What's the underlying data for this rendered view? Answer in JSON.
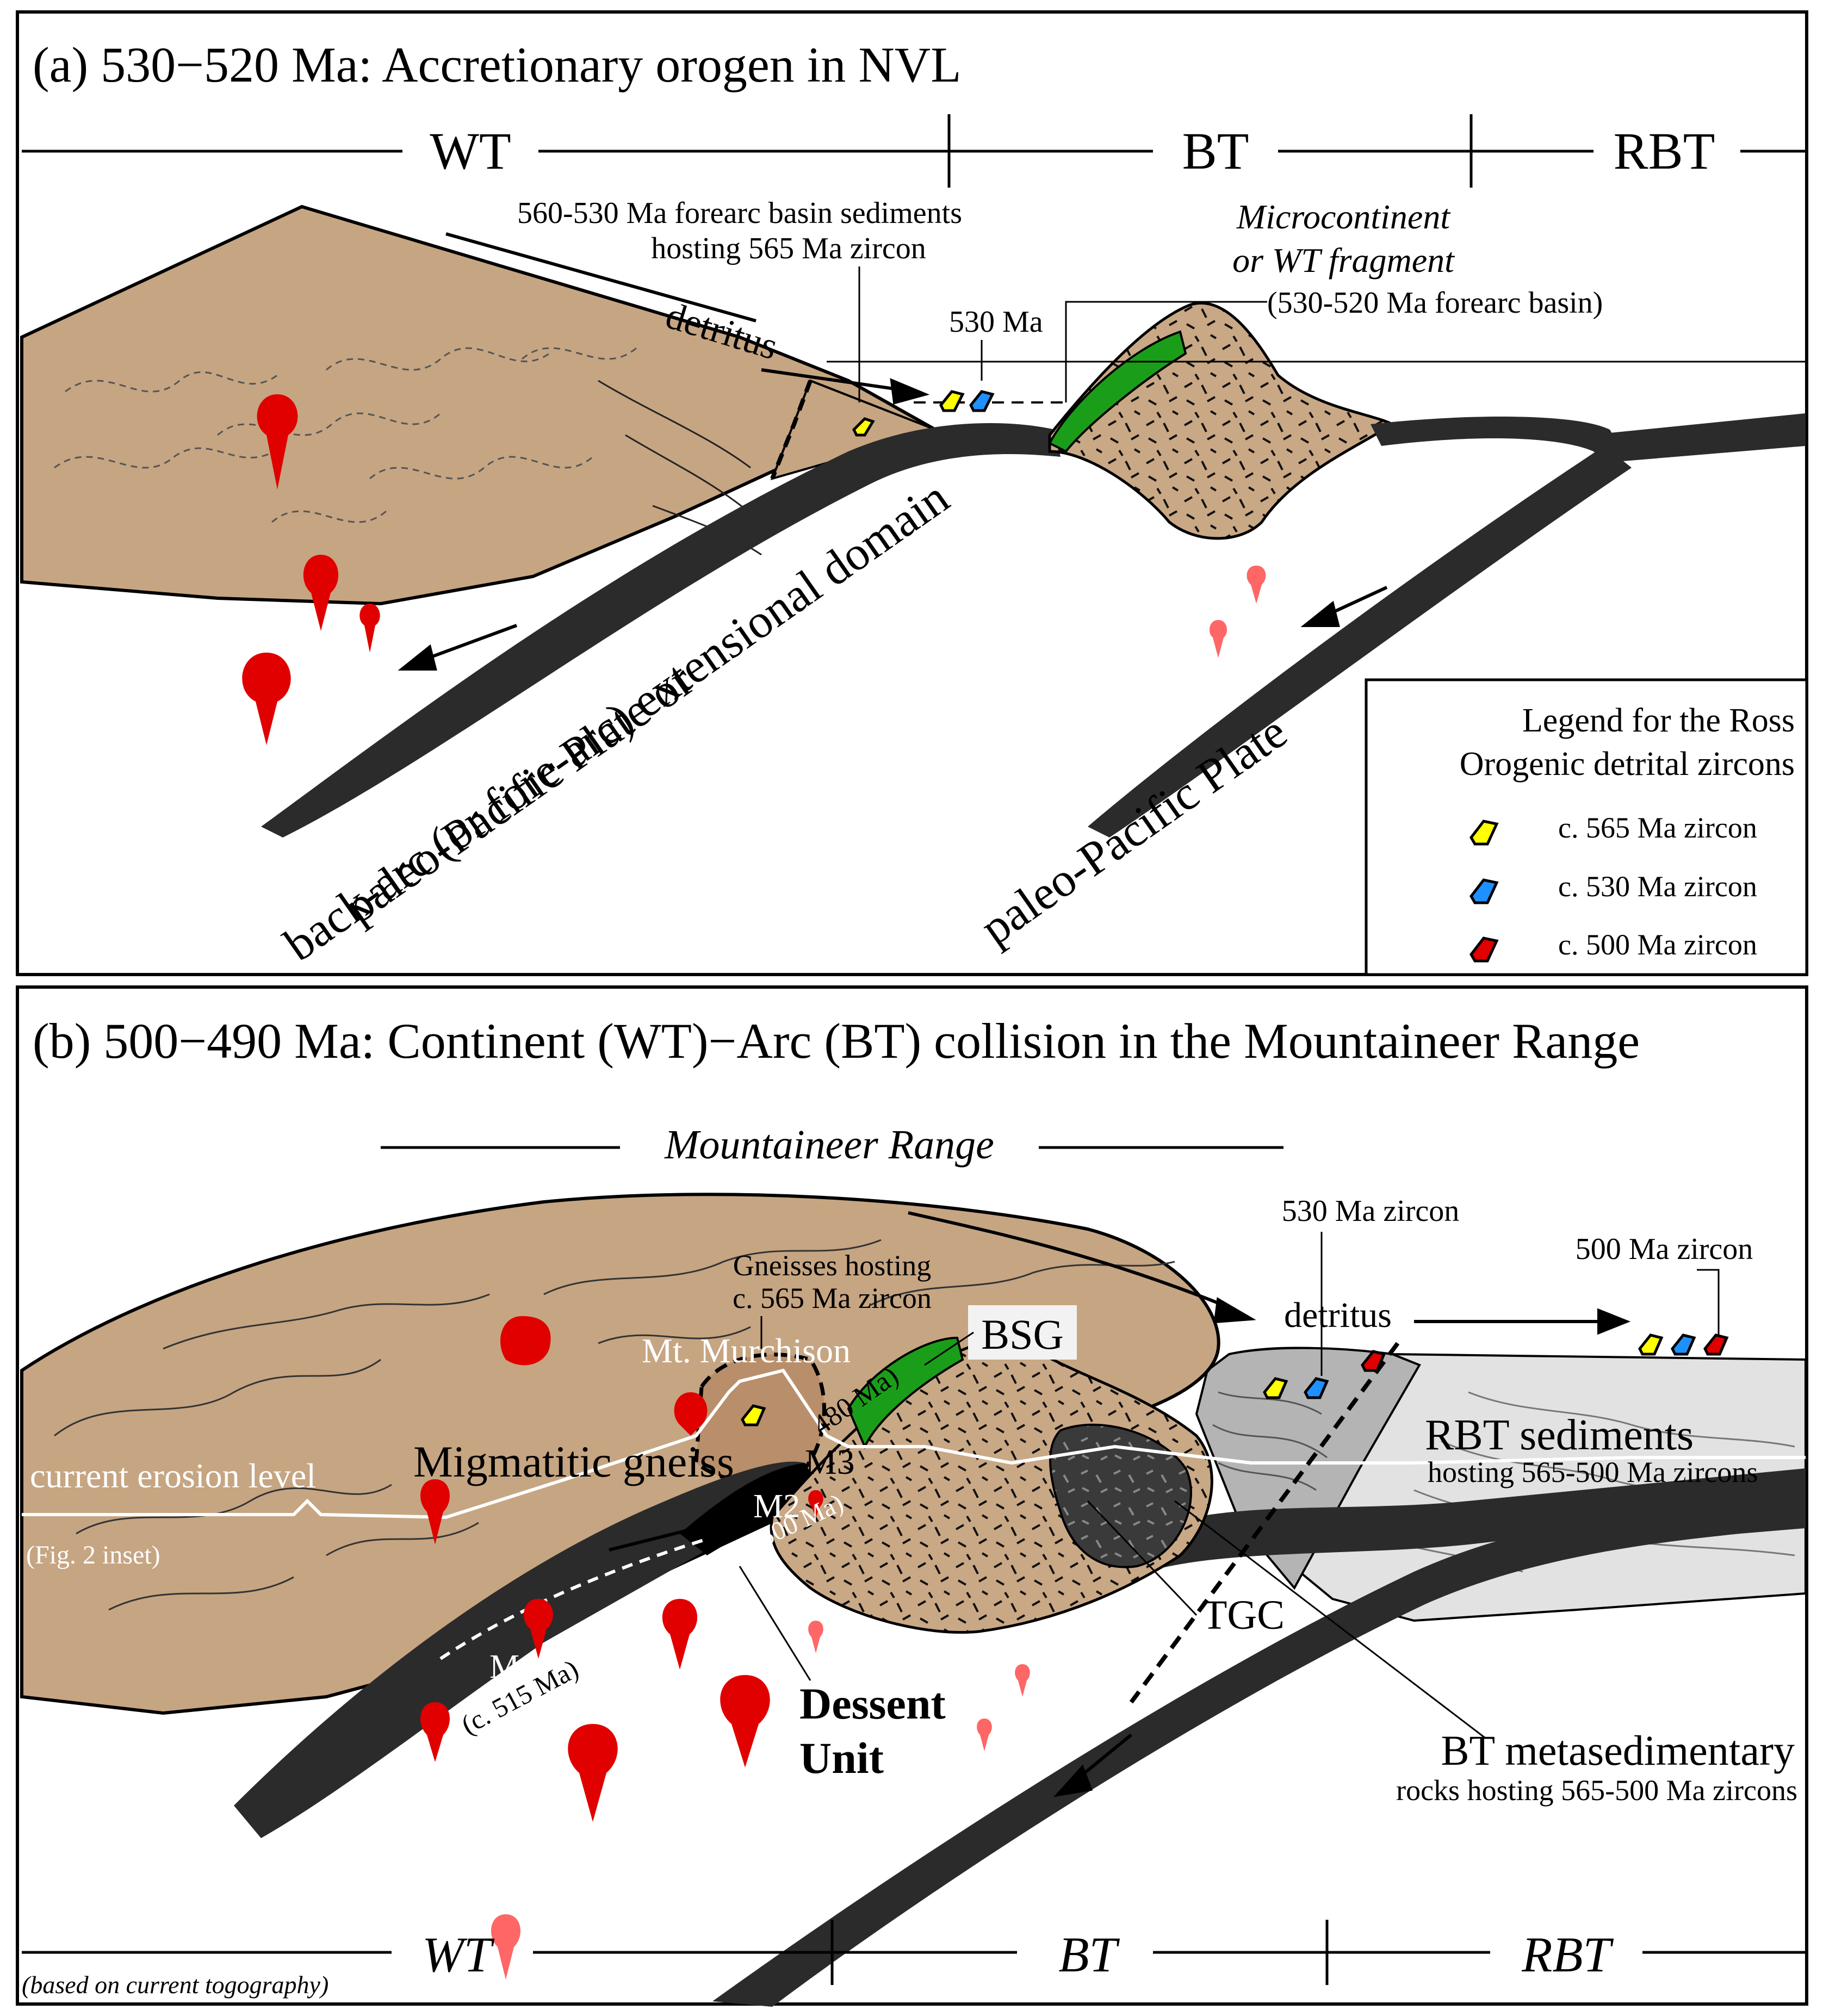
{
  "panel_a": {
    "title": "(a) 530−520 Ma:  Accretionary orogen in NVL",
    "domains": {
      "wt": "WT",
      "bt": "BT",
      "rbt": "RBT"
    },
    "forearc_label_1": "560-530 Ma forearc basin sediments",
    "forearc_label_2": "hosting 565 Ma zircon",
    "micro_label_1": "Microcontinent",
    "micro_label_2": "or WT fragment",
    "forearc_basin": "(530-520 Ma forearc basin)",
    "ma530": "530 Ma",
    "detritus": "detritus",
    "plate_left_1": "paleo-Pacific Plate or",
    "plate_left_2": "back-arc (or fore-arc) extensional domain",
    "plate_right": "paleo-Pacific Plate"
  },
  "legend": {
    "title_1": "Legend for the Ross",
    "title_2": "Orogenic detrital zircons",
    "items": [
      {
        "label": "c. 565 Ma zircon",
        "color": "#ffff00"
      },
      {
        "label": "c. 530 Ma zircon",
        "color": "#1e90ff"
      },
      {
        "label": "c. 500 Ma zircon",
        "color": "#e00000"
      }
    ]
  },
  "panel_b": {
    "title": "(b) 500−490 Ma: Continent (WT)−Arc (BT) collision in the Mountaineer Range",
    "range_label": "Mountaineer Range",
    "zircon_530": "530 Ma zircon",
    "zircon_500": "500 Ma zircon",
    "detritus": "detritus",
    "gneiss_host_1": "Gneisses hosting",
    "gneiss_host_2": "c. 565 Ma zircon",
    "bsg": "BSG",
    "murchison": "Mt. Murchison",
    "ma480": "480 Ma)",
    "m3": "M3",
    "migmatitic": "Migmatitic gneiss",
    "erosion": "current erosion level",
    "inset": "(Fig. 2 inset)",
    "rbt_sed_1": "RBT sediments",
    "rbt_sed_2": "hosting 565-500 Ma zircons",
    "m2": "M2",
    "m2_age": "(c. 500 Ma)",
    "m1": "M1",
    "m1_age": "(c. 515 Ma)",
    "dessent_1": "Dessent",
    "dessent_2": "Unit",
    "tgc": "TGC",
    "bt_meta_1": "BT metasedimentary",
    "bt_meta_2": "rocks hosting 565-500 Ma zircons",
    "domains": {
      "wt": "WT",
      "bt": "BT",
      "rbt": "RBT"
    },
    "based_on": "(based on current togography)"
  },
  "colors": {
    "crust": "#c6a582",
    "slab": "#2b2b2b",
    "arc_green": "#1a9e1a",
    "pluton_red": "#e00000",
    "sed_light": "#e2e2e2",
    "sed_mid": "#b4b4b4"
  }
}
